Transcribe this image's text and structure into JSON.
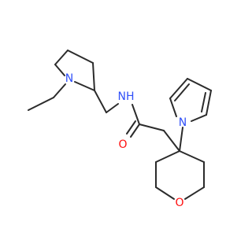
{
  "colors": {
    "background": "#ffffff",
    "bond": "#2b2b2b",
    "nitrogen": "#3050f8",
    "oxygen": "#ff0d0d"
  },
  "atoms": [
    {
      "id": "n_pyrrolidine",
      "label": "N",
      "element": "N"
    },
    {
      "id": "n_amide",
      "label": "NH",
      "element": "N"
    },
    {
      "id": "o_amide",
      "label": "O",
      "element": "O"
    },
    {
      "id": "n_pyrrole",
      "label": "N",
      "element": "N"
    },
    {
      "id": "o_oxane",
      "label": "O",
      "element": "O"
    }
  ]
}
